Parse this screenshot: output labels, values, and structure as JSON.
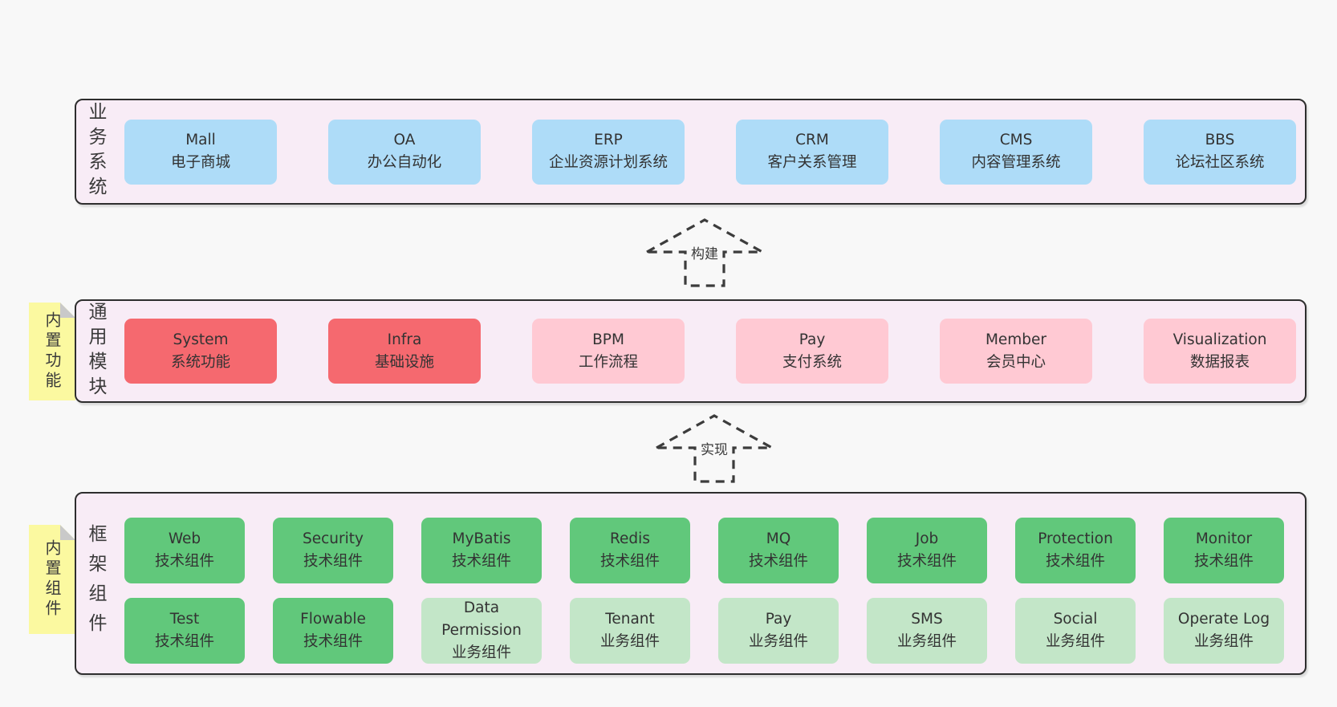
{
  "colors": {
    "page_bg": "#f8f8f8",
    "panel_bg": "#f8ecf6",
    "panel_border": "#2e2e2e",
    "blue": "#aedcf8",
    "red": "#f5696f",
    "pink": "#ffc9d3",
    "green": "#61c87b",
    "light_green": "#c3e6c8",
    "tab_yellow": "#fbf9a0",
    "tab_fold": "#c9c9c9",
    "text": "#333333"
  },
  "arrows": [
    {
      "label": "构建"
    },
    {
      "label": "实现"
    }
  ],
  "panels": {
    "business": {
      "side_label": "业务系统",
      "items": [
        {
          "name": "Mall",
          "desc": "电子商城"
        },
        {
          "name": "OA",
          "desc": "办公自动化"
        },
        {
          "name": "ERP",
          "desc": "企业资源计划系统"
        },
        {
          "name": "CRM",
          "desc": "客户关系管理"
        },
        {
          "name": "CMS",
          "desc": "内容管理系统"
        },
        {
          "name": "BBS",
          "desc": "论坛社区系统"
        }
      ]
    },
    "modules": {
      "side_label": "通用模块",
      "tab_label": "内置功能",
      "items": [
        {
          "name": "System",
          "desc": "系统功能"
        },
        {
          "name": "Infra",
          "desc": "基础设施"
        },
        {
          "name": "BPM",
          "desc": "工作流程"
        },
        {
          "name": "Pay",
          "desc": "支付系统"
        },
        {
          "name": "Member",
          "desc": "会员中心"
        },
        {
          "name": "Visualization",
          "desc": "数据报表"
        }
      ]
    },
    "framework": {
      "side_label": "框架组件",
      "tab_label": "内置组件",
      "row1": [
        {
          "name": "Web",
          "desc": "技术组件"
        },
        {
          "name": "Security",
          "desc": "技术组件"
        },
        {
          "name": "MyBatis",
          "desc": "技术组件"
        },
        {
          "name": "Redis",
          "desc": "技术组件"
        },
        {
          "name": "MQ",
          "desc": "技术组件"
        },
        {
          "name": "Job",
          "desc": "技术组件"
        },
        {
          "name": "Protection",
          "desc": "技术组件"
        },
        {
          "name": "Monitor",
          "desc": "技术组件"
        }
      ],
      "row2": [
        {
          "name": "Test",
          "desc": "技术组件"
        },
        {
          "name": "Flowable",
          "desc": "技术组件"
        },
        {
          "name": "Data Permission",
          "desc": "业务组件"
        },
        {
          "name": "Tenant",
          "desc": "业务组件"
        },
        {
          "name": "Pay",
          "desc": "业务组件"
        },
        {
          "name": "SMS",
          "desc": "业务组件"
        },
        {
          "name": "Social",
          "desc": "业务组件"
        },
        {
          "name": "Operate Log",
          "desc": "业务组件"
        }
      ]
    }
  }
}
